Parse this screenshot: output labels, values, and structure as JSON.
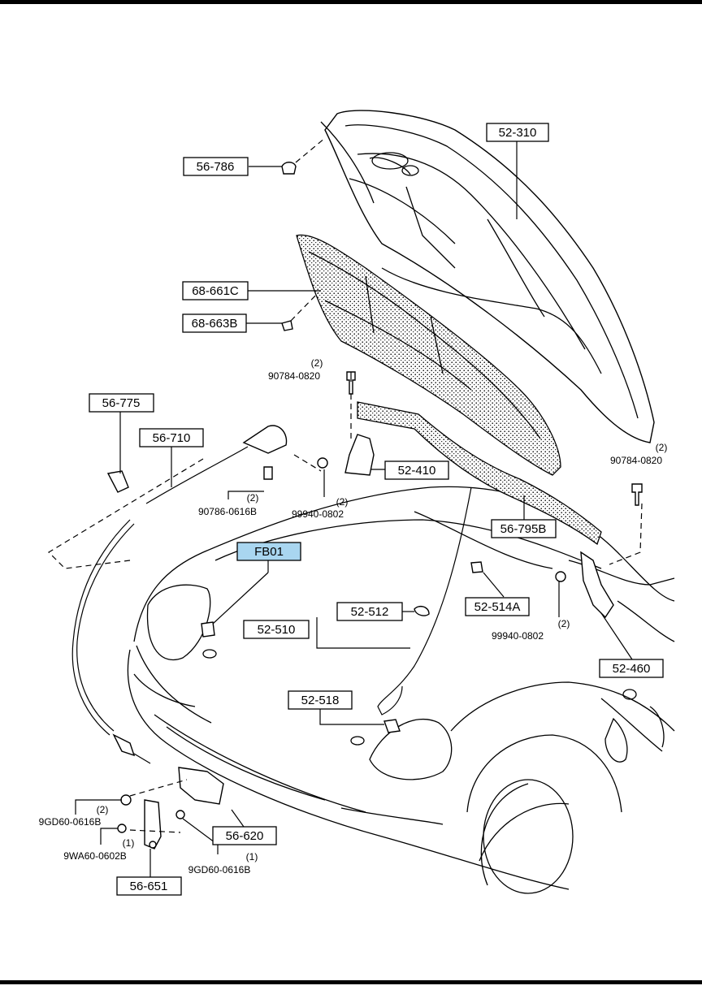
{
  "labels": {
    "l_52_310": "52-310",
    "l_56_786": "56-786",
    "l_68_661c": "68-661C",
    "l_68_663b": "68-663B",
    "l_56_775": "56-775",
    "l_56_710": "56-710",
    "l_52_410": "52-410",
    "l_56_795b": "56-795B",
    "l_fb01": "FB01",
    "l_52_512": "52-512",
    "l_52_510": "52-510",
    "l_52_514a": "52-514A",
    "l_52_460": "52-460",
    "l_52_518": "52-518",
    "l_56_620": "56-620",
    "l_56_651": "56-651"
  },
  "callouts": {
    "c1_qty": "(2)",
    "c1_pn": "90784-0820",
    "c2_qty": "(2)",
    "c2_pn": "90784-0820",
    "c3_qty": "(2)",
    "c3_pn": "90786-0616B",
    "c4_qty": "(2)",
    "c4_pn": "99940-0802",
    "c5_qty": "(2)",
    "c5_pn": "99940-0802",
    "c6_qty": "(2)",
    "c6_pn": "9GD60-0616B",
    "c7_qty": "(1)",
    "c7_pn": "9WA60-0602B",
    "c8_qty": "(1)",
    "c8_pn": "9GD60-0616B"
  },
  "colors": {
    "highlight": "#a9d6f0",
    "ink": "#000000"
  }
}
